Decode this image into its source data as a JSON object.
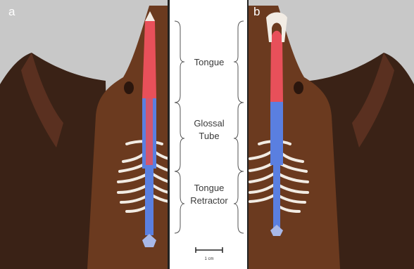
{
  "figure": {
    "panels": [
      {
        "letter": "a"
      },
      {
        "letter": "b"
      }
    ],
    "labels": {
      "tongue": "Tongue",
      "glossal_line1": "Glossal",
      "glossal_line2": "Tube",
      "retractor_line1": "Tongue",
      "retractor_line2": "Retractor"
    },
    "scale_bar": "1 cm",
    "colors": {
      "sky": "#c8c8c8",
      "wing": "#3a2216",
      "body": "#6b3a1f",
      "tongue": "#e8505a",
      "glossal_tube": "#5a7fe0",
      "bone": "#f2ece4",
      "divider": "#222222"
    }
  }
}
